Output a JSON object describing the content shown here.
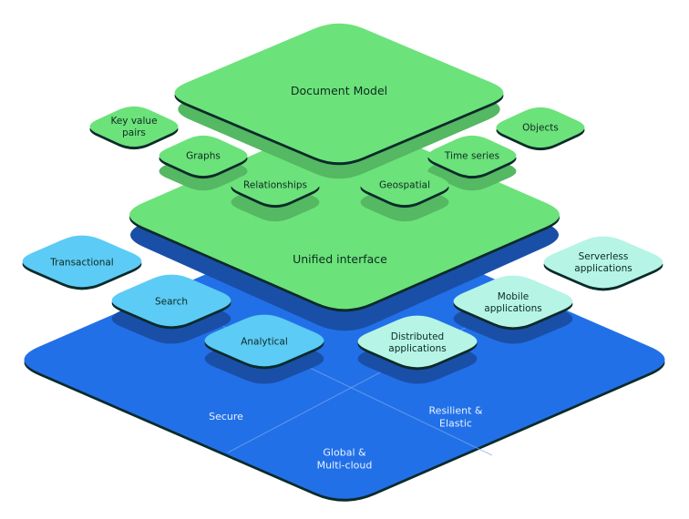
{
  "colors": {
    "blue_base": "#2270e8",
    "blue_shadow": "#1a4fa8",
    "green": "#6ce27a",
    "green_shadow": "#55b862",
    "light_blue": "#5ccbf6",
    "mint": "#b6f4e6",
    "outline": "#0b2a2a",
    "divider": "#7aa9f0"
  },
  "layers": {
    "base": {
      "quadrants": [
        "Secure",
        "Resilient &\nElastic",
        "Global &\nMulti-cloud"
      ]
    },
    "unified": {
      "label": "Unified interface"
    },
    "document_model": {
      "label": "Document Model"
    }
  },
  "data_models": [
    {
      "label": "Key value\npairs"
    },
    {
      "label": "Graphs"
    },
    {
      "label": "Relationships"
    },
    {
      "label": "Geospatial"
    },
    {
      "label": "Time series"
    },
    {
      "label": "Objects"
    }
  ],
  "workloads": [
    {
      "label": "Transactional"
    },
    {
      "label": "Search"
    },
    {
      "label": "Analytical"
    }
  ],
  "applications": [
    {
      "label": "Distributed\napplications"
    },
    {
      "label": "Mobile\napplications"
    },
    {
      "label": "Serverless\napplications"
    }
  ]
}
